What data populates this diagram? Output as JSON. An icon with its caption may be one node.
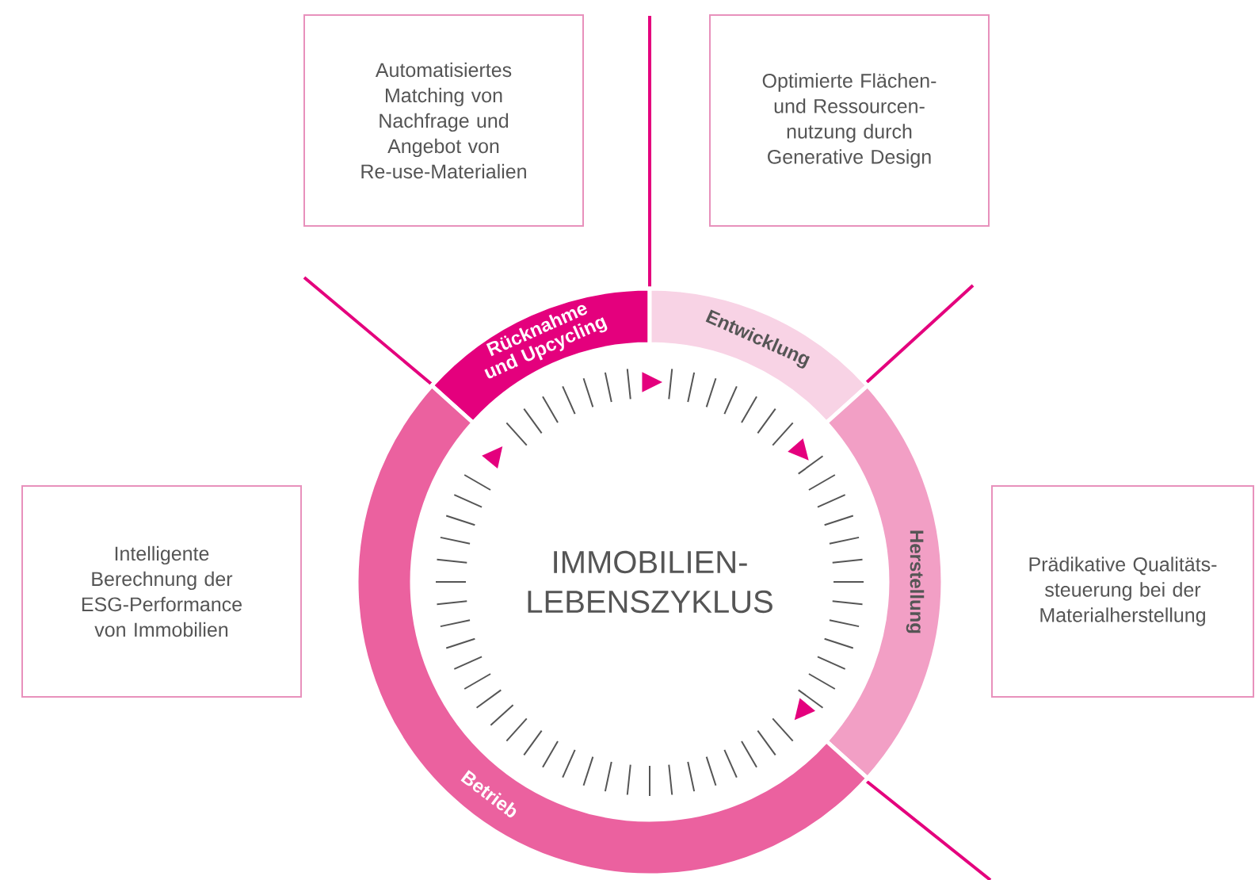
{
  "diagram": {
    "nodes": [
      {
        "text": [
          "Automatisiertes Matching von Nachfrage und Angebot von Re-use-Materialien"
        ]
      },
      {
        "text": [
          "Optimierte Flächen- und Ressourcen- nutzung durch Generative Design"
        ]
      },
      {
        "text": [
          "Intelligente Berechnung der ESG-Performance von Immobilien"
        ]
      },
      {
        "text": [
          "Prädikative Qualitäts- steuerung bei der Materialherstellung"
        ]
      },
      {
        "text": [
          "Rücknahme und Upcycling"
        ]
      },
      {
        "text": [
          "Entwicklung"
        ]
      },
      {
        "text": [
          "Herstellung"
        ]
      },
      {
        "text": [
          "Betrieb"
        ]
      }
    ],
    "labels": [
      "IMMOBILIEN- LEBENSZYKLUS"
    ]
  }
}
